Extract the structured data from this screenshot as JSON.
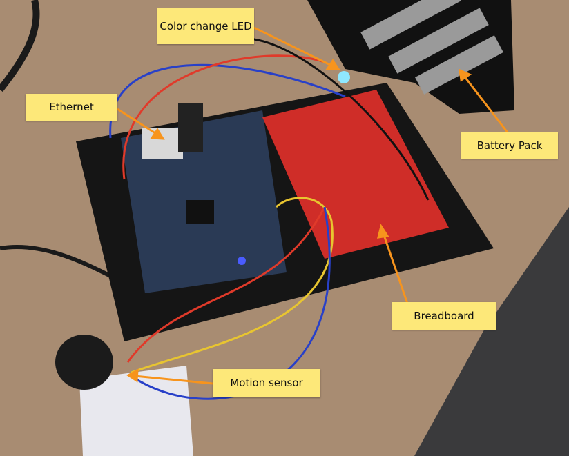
{
  "annotations": {
    "led": "Color change LED",
    "ethernet": "Ethernet",
    "battery": "Battery Pack",
    "breadboard": "Breadboard",
    "motion": "Motion sensor"
  },
  "colors": {
    "label_bg": "#fde879",
    "arrow": "#f7941d"
  }
}
